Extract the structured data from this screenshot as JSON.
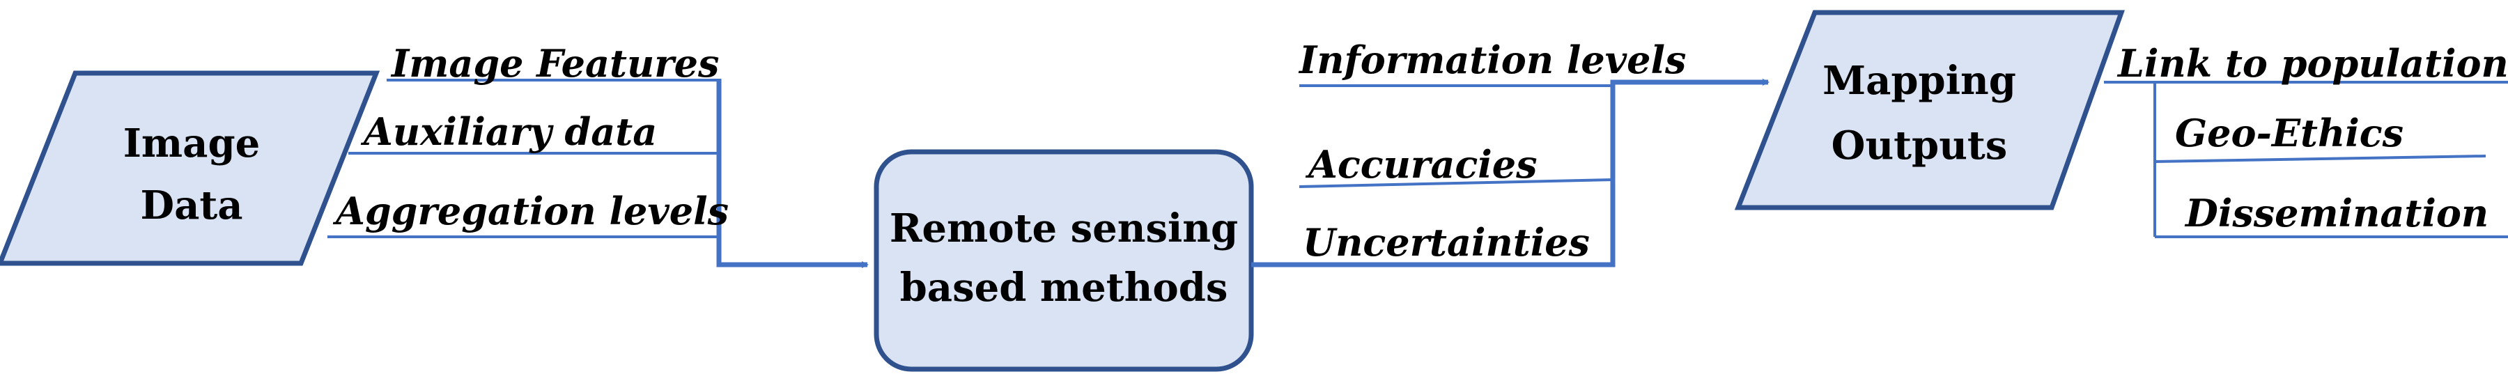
{
  "colors": {
    "shape_fill": "#dae3f3",
    "shape_stroke": "#2f528f",
    "line": "#4472c4",
    "text": "#000000"
  },
  "nodes": {
    "image_data": {
      "line1": "Image",
      "line2": "Data"
    },
    "methods": {
      "line1": "Remote sensing",
      "line2": "based methods"
    },
    "outputs": {
      "line1": "Mapping",
      "line2": "Outputs"
    }
  },
  "inputs": {
    "image_features": "Image Features",
    "auxiliary_data": "Auxiliary data",
    "aggregation_levels": "Aggregation levels"
  },
  "method_outputs": {
    "information_levels": "Information levels",
    "accuracies": "Accuracies",
    "uncertainties": "Uncertainties"
  },
  "mapping_links": {
    "link_to_population": "Link to population",
    "geo_ethics": "Geo-Ethics",
    "dissemination": "Dissemination"
  }
}
